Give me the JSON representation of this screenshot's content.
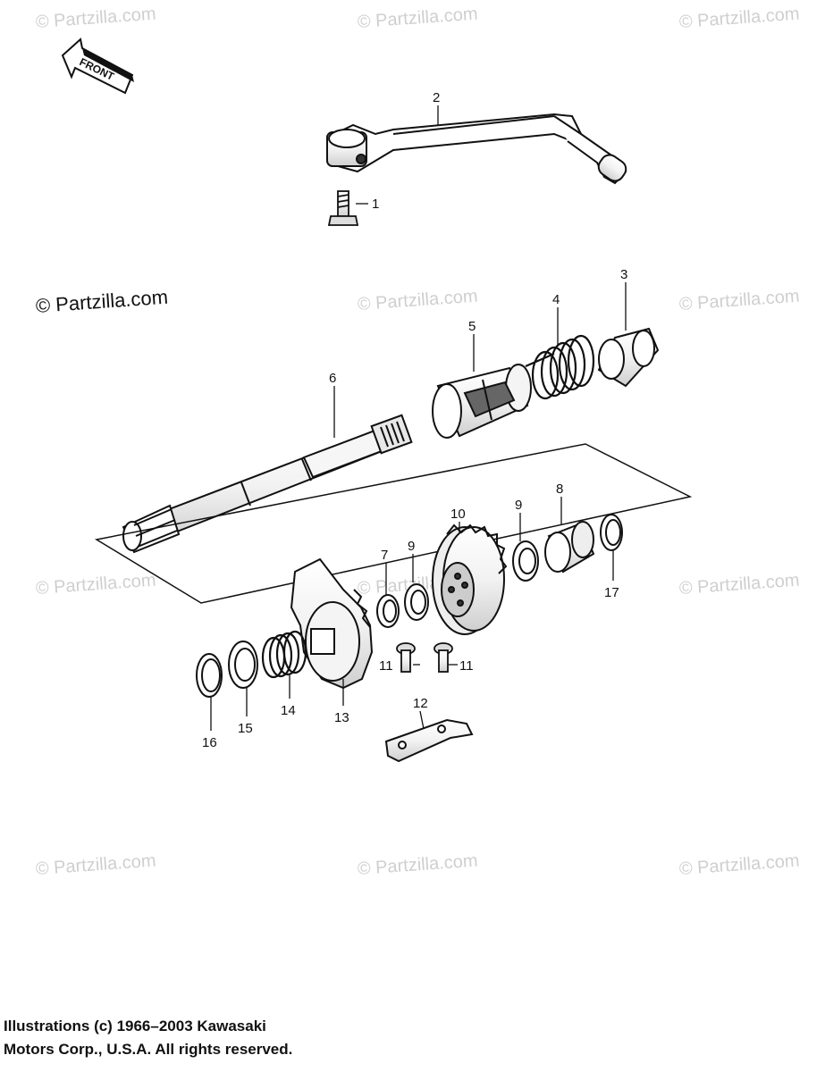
{
  "watermarks": {
    "text": "© Partzilla.com",
    "prominent": "© Partzilla.com"
  },
  "front_label": "FRONT",
  "callouts": {
    "p1": "1",
    "p2": "2",
    "p3": "3",
    "p4": "4",
    "p5": "5",
    "p6": "6",
    "p7": "7",
    "p8": "8",
    "p9a": "9",
    "p9b": "9",
    "p10": "10",
    "p11a": "11",
    "p11b": "11",
    "p12": "12",
    "p13": "13",
    "p14": "14",
    "p15": "15",
    "p16": "16",
    "p17": "17"
  },
  "footer": {
    "line1": "Illustrations (c) 1966–2003 Kawasaki",
    "line2": "Motors Corp., U.S.A.  All rights reserved."
  }
}
